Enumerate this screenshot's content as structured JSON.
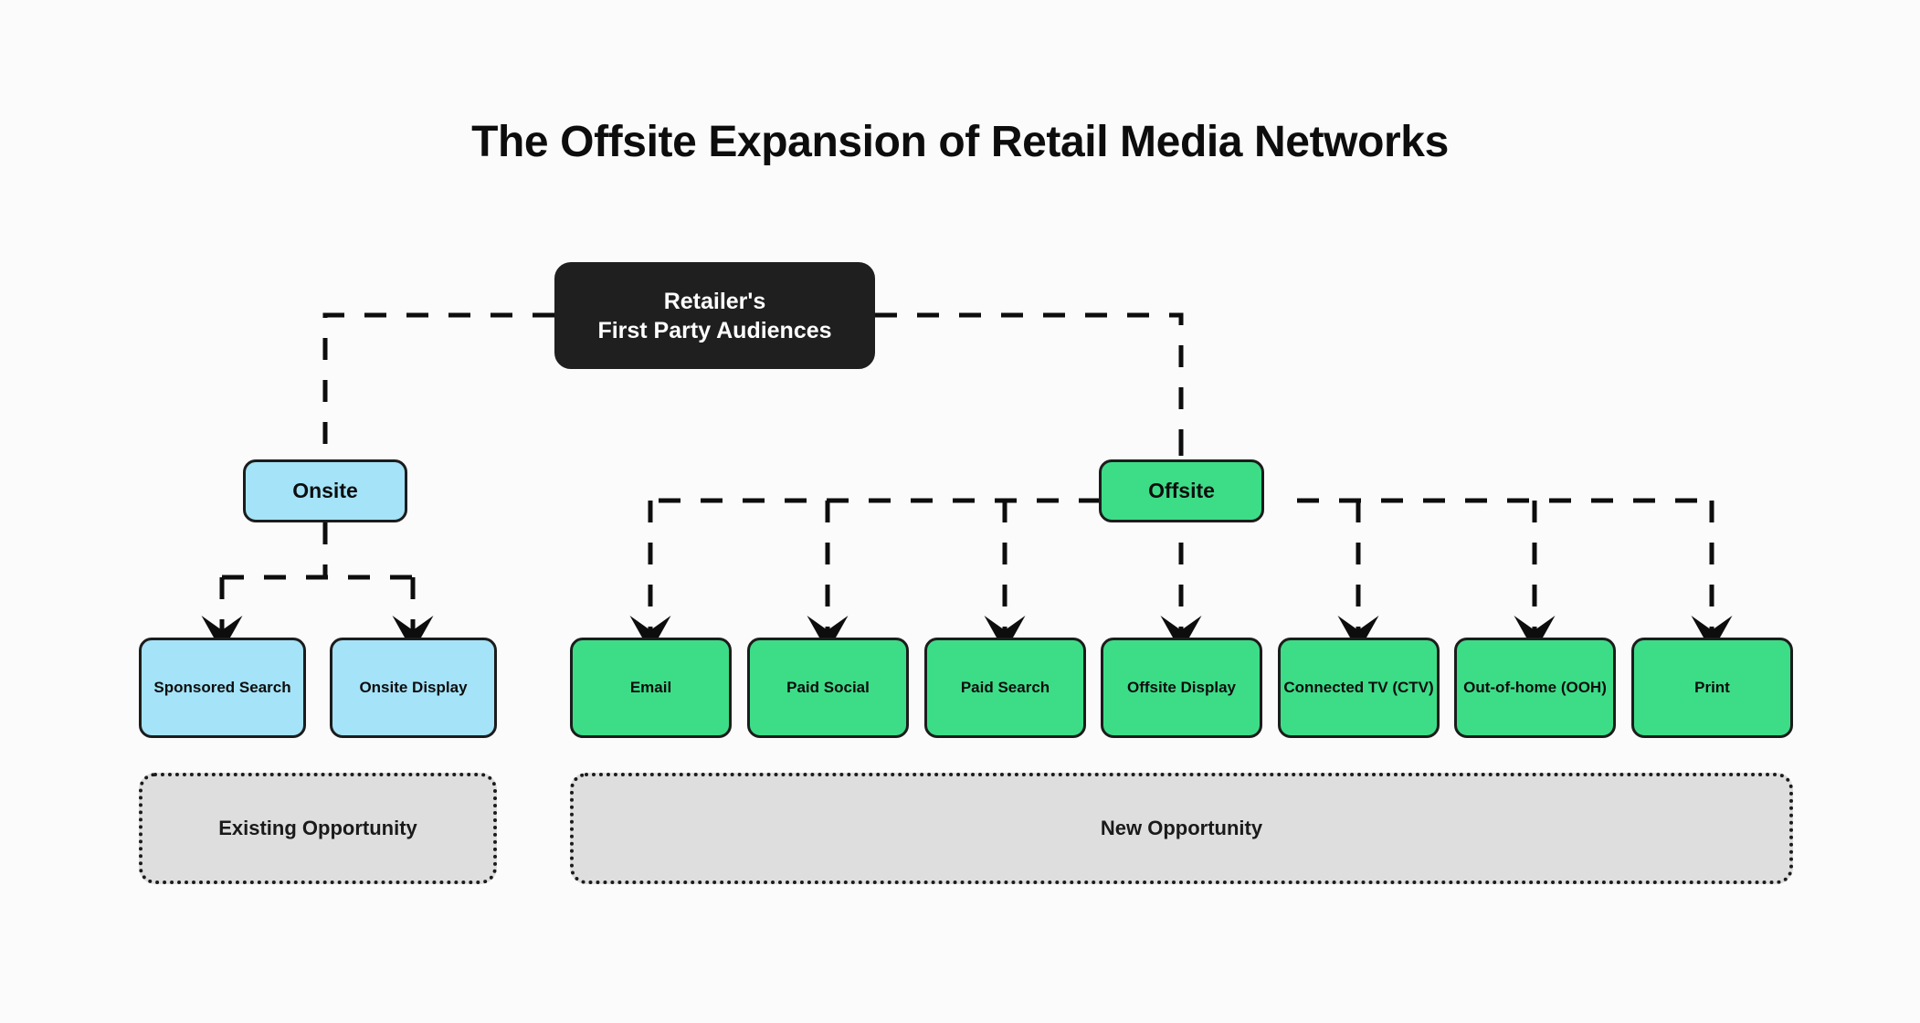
{
  "page": {
    "title": "The Offsite Expansion of Retail Media Networks",
    "background_color": "#fbfbfb"
  },
  "colors": {
    "root_fill": "#1f1f1f",
    "root_text": "#ffffff",
    "onsite_fill": "#a4e3f8",
    "offsite_fill": "#3ddd88",
    "group_fill": "#dedede",
    "stroke": "#1c1c1c"
  },
  "nodes": {
    "root": {
      "line1": "Retailer's",
      "line2": "First Party Audiences"
    },
    "onsite": {
      "label": "Onsite"
    },
    "offsite": {
      "label": "Offsite"
    },
    "onsite_children": [
      {
        "label": "Sponsored Search"
      },
      {
        "label": "Onsite Display"
      }
    ],
    "offsite_children": [
      {
        "label": "Email"
      },
      {
        "label": "Paid Social"
      },
      {
        "label": "Paid Search"
      },
      {
        "label": "Offsite Display"
      },
      {
        "label": "Connected TV (CTV)"
      },
      {
        "label": "Out-of-home (OOH)"
      },
      {
        "label": "Print"
      }
    ]
  },
  "groups": {
    "existing": {
      "label": "Existing Opportunity"
    },
    "new": {
      "label": "New Opportunity"
    }
  }
}
